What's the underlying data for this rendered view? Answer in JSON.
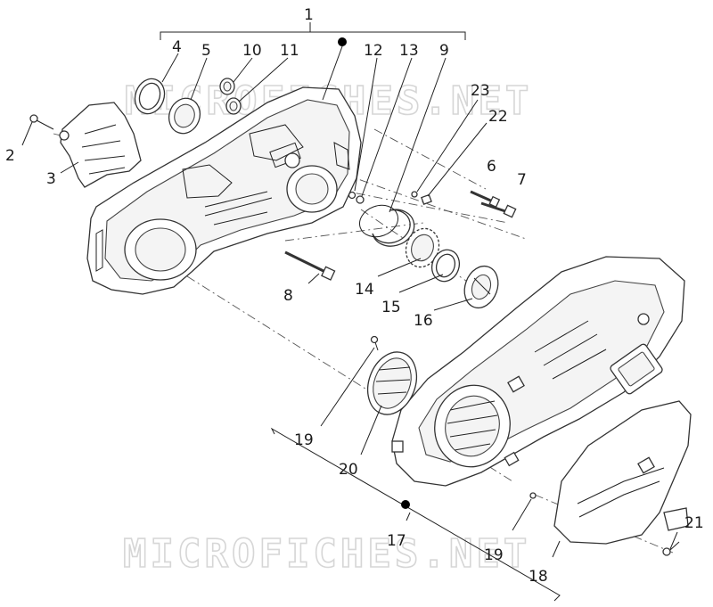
{
  "watermark": {
    "text": "MICROFICHES.NET"
  },
  "callouts": [
    {
      "id": "1",
      "text": "1"
    },
    {
      "id": "2",
      "text": "2"
    },
    {
      "id": "3",
      "text": "3"
    },
    {
      "id": "4",
      "text": "4"
    },
    {
      "id": "5",
      "text": "5"
    },
    {
      "id": "6",
      "text": "6"
    },
    {
      "id": "7",
      "text": "7"
    },
    {
      "id": "8",
      "text": "8"
    },
    {
      "id": "9",
      "text": "9"
    },
    {
      "id": "10",
      "text": "10"
    },
    {
      "id": "11",
      "text": "11"
    },
    {
      "id": "12",
      "text": "12"
    },
    {
      "id": "13",
      "text": "13"
    },
    {
      "id": "14",
      "text": "14"
    },
    {
      "id": "15",
      "text": "15"
    },
    {
      "id": "16",
      "text": "16"
    },
    {
      "id": "17",
      "text": "17"
    },
    {
      "id": "18",
      "text": "18"
    },
    {
      "id": "19a",
      "text": "19"
    },
    {
      "id": "19b",
      "text": "19"
    },
    {
      "id": "20",
      "text": "20"
    },
    {
      "id": "21",
      "text": "21"
    },
    {
      "id": "22",
      "text": "22"
    },
    {
      "id": "23",
      "text": "23"
    }
  ],
  "colors": {
    "line": "#222222",
    "watermark": "#d6d6d6",
    "dot": "#000000"
  }
}
